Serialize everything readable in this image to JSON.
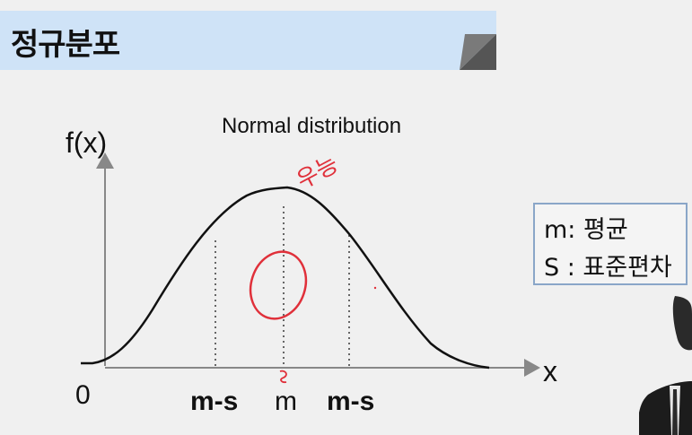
{
  "title": "정규분포",
  "graph": {
    "heading": "Normal distribution",
    "y_axis_label": "f(x)",
    "x_axis_label": "x",
    "origin_label": "0",
    "tick_labels": [
      "m-s",
      "m",
      "m-s"
    ]
  },
  "annotations": {
    "peak_note": "우능"
  },
  "legend": {
    "line1": "m: 평균",
    "line2": "S : 표준편차"
  },
  "colors": {
    "title_bar": "#cfe3f7",
    "curve": "#111111",
    "handwriting": "#e0303a",
    "legend_border": "#8aa6c8"
  }
}
